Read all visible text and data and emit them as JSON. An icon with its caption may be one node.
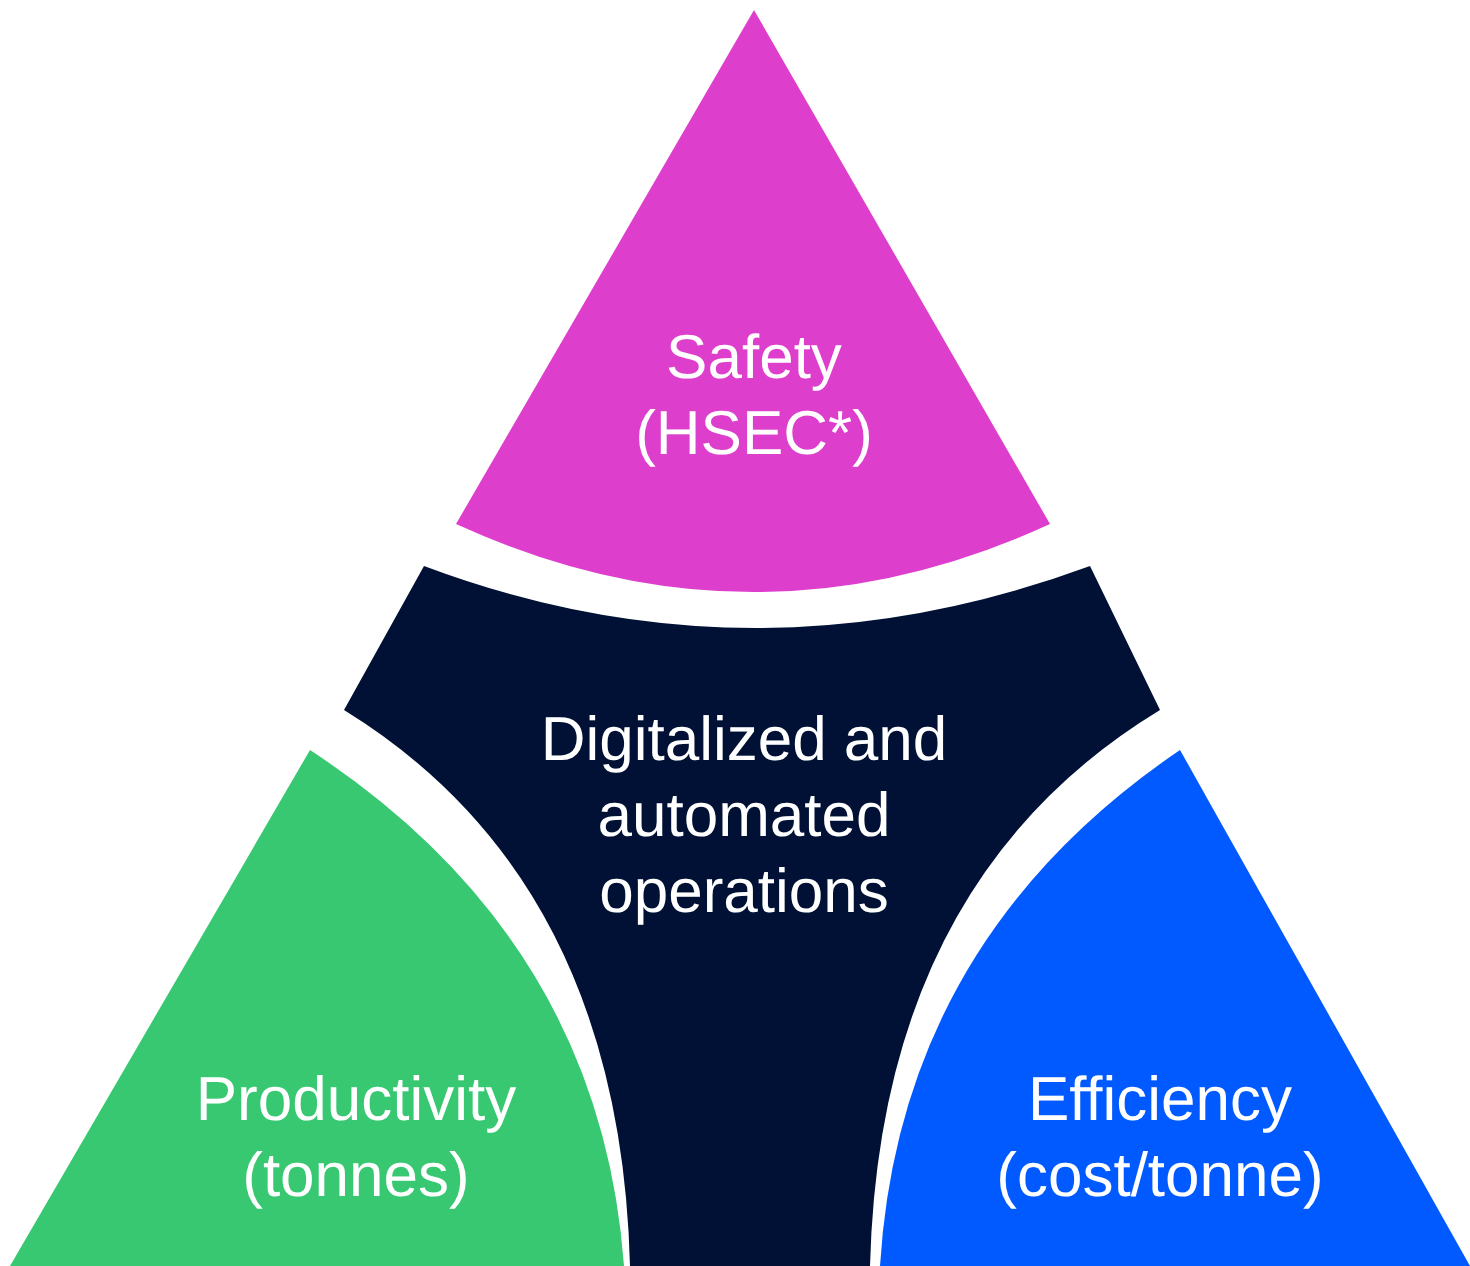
{
  "diagram": {
    "nodes": [
      {
        "text": [
          "Safety (HSEC*)"
        ]
      },
      {
        "text": [
          "Digitalized and automated operations"
        ]
      },
      {
        "text": [
          "Productivity (tonnes)"
        ]
      },
      {
        "text": [
          "Efficiency (cost/tonne)"
        ]
      }
    ]
  }
}
